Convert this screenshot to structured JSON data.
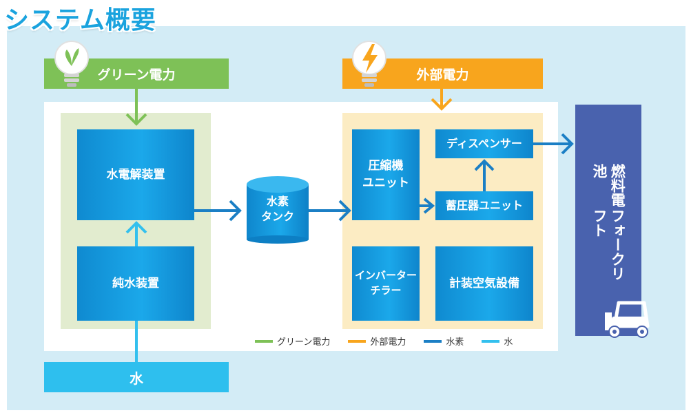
{
  "title": "システム概要",
  "banners": {
    "green": "グリーン電力",
    "external": "外部電力",
    "water": "水"
  },
  "boxes": {
    "electrolyzer": "水電解装置",
    "pure_water": "純水装置",
    "compressor_line1": "圧縮機",
    "compressor_line2": "ユニット",
    "dispenser": "ディスペンサー",
    "accumulator": "蓄圧器ユニット",
    "inverter_line1": "インバーター",
    "inverter_line2": "チラー",
    "instrument_air": "計装空気設備",
    "tank_line1": "水素",
    "tank_line2": "タンク",
    "forklift_line1": "燃料電池",
    "forklift_line2": "フォークリフト"
  },
  "legend": [
    {
      "label": "グリーン電力",
      "color": "#7ec157"
    },
    {
      "label": "外部電力",
      "color": "#f8a51d"
    },
    {
      "label": "水素",
      "color": "#1b7fc5"
    },
    {
      "label": "水",
      "color": "#33c0ee"
    }
  ],
  "colors": {
    "green_power": "#7ec157",
    "external_power": "#f8a51d",
    "hydrogen": "#1b7fc5",
    "water": "#33c0ee",
    "forklift": "#4962ae"
  },
  "icons": [
    "leaf-bulb-icon",
    "lightning-bulb-icon",
    "forklift-icon"
  ]
}
